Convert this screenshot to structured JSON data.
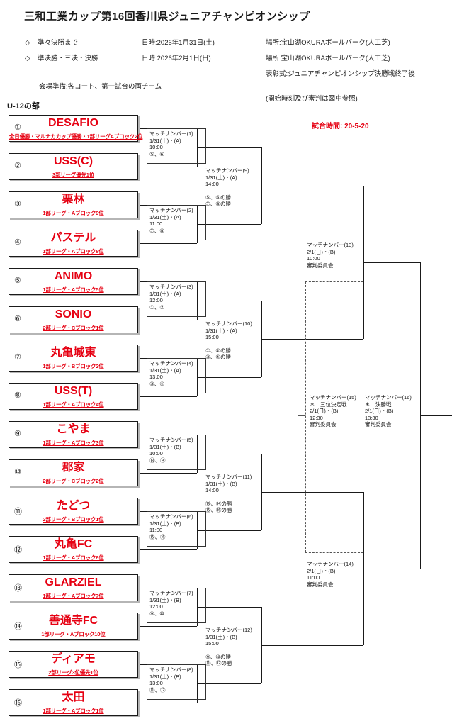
{
  "header": {
    "title": "三和工業カップ第16回香川県ジュニアチャンピオンシップ",
    "rows": [
      {
        "diamond": "◇",
        "label": "準々決勝まで",
        "datetime": "日時:2026年1月31日(土)",
        "place": "場所:宝山湖OKURAボールパーク(人工芝)"
      },
      {
        "diamond": "◇",
        "label": "準決勝・三決・決勝",
        "datetime": "日時:2026年2月1日(日)",
        "place": "場所:宝山湖OKURAボールパーク(人工芝)"
      }
    ],
    "award": "表彰式:ジュニアチャンピオンシップ決勝戦終了後",
    "venue_prep": "会場準備:各コート、第一試合の両チーム",
    "note": "(開始時刻及び審判は図中参照)",
    "division": "U-12の部",
    "match_time": "試合時間: 20-5-20"
  },
  "colors": {
    "accent_red": "#e60012",
    "line_black": "#1a1a1a"
  },
  "teams": [
    {
      "num": "①",
      "name": "DESAFIO",
      "seed": "全日優勝・マルナカカップ優勝・1部リーグAブロック2位"
    },
    {
      "num": "②",
      "name": "USS(C)",
      "seed": "3部リーグ優先1位"
    },
    {
      "num": "③",
      "name": "栗林",
      "seed": "1部リーグ・Aブロック9位"
    },
    {
      "num": "④",
      "name": "パステル",
      "seed": "1部リーグ・Aブロック8位"
    },
    {
      "num": "⑤",
      "name": "ANIMO",
      "seed": "1部リーグ・Aブロック5位"
    },
    {
      "num": "⑥",
      "name": "SONIO",
      "seed": "2部リーグ・Cブロック1位"
    },
    {
      "num": "⑦",
      "name": "丸亀城東",
      "seed": "1部リーグ・Bブロック2位"
    },
    {
      "num": "⑧",
      "name": "USS(T)",
      "seed": "1部リーグ・Aブロック4位"
    },
    {
      "num": "⑨",
      "name": "こやま",
      "seed": "1部リーグ・Aブロック3位"
    },
    {
      "num": "⑩",
      "name": "郡家",
      "seed": "2部リーグ・Cブロック2位"
    },
    {
      "num": "⑪",
      "name": "たどつ",
      "seed": "2部リーグ・Bブロック1位"
    },
    {
      "num": "⑫",
      "name": "丸亀FC",
      "seed": "1部リーグ・Aブロック6位"
    },
    {
      "num": "⑬",
      "name": "GLARZIEL",
      "seed": "1部リーグ・Aブロック7位"
    },
    {
      "num": "⑭",
      "name": "善通寺FC",
      "seed": "1部リーグ・Aブロック10位"
    },
    {
      "num": "⑮",
      "name": "ディアモ",
      "seed": "2部リーグ3位優先1位"
    },
    {
      "num": "⑯",
      "name": "太田",
      "seed": "1部リーグ・Aブロック1位"
    }
  ],
  "matches": {
    "m1": {
      "number": "マッチナンバー(1)",
      "when": "1/31(土)・(A)",
      "time": "10:00",
      "referee": "⑤、⑥"
    },
    "m2": {
      "number": "マッチナンバー(2)",
      "when": "1/31(土)・(A)",
      "time": "11:00",
      "referee": "⑦、⑧"
    },
    "m3": {
      "number": "マッチナンバー(3)",
      "when": "1/31(土)・(A)",
      "time": "12:00",
      "referee": "①、②"
    },
    "m4": {
      "number": "マッチナンバー(4)",
      "when": "1/31(土)・(A)",
      "time": "13:00",
      "referee": "③、④"
    },
    "m5": {
      "number": "マッチナンバー(5)",
      "when": "1/31(土)・(B)",
      "time": "10:00",
      "referee": "⑬、⑭"
    },
    "m6": {
      "number": "マッチナンバー(6)",
      "when": "1/31(土)・(B)",
      "time": "11:00",
      "referee": "⑮、⑯"
    },
    "m7": {
      "number": "マッチナンバー(7)",
      "when": "1/31(土)・(B)",
      "time": "12:00",
      "referee": "⑨、⑩"
    },
    "m8": {
      "number": "マッチナンバー(8)",
      "when": "1/31(土)・(B)",
      "time": "13:00",
      "referee": "⑪、⑫"
    },
    "m9": {
      "number": "マッチナンバー(9)",
      "when": "1/31(土)・(A)",
      "time": "14:00",
      "referee1": "⑤、⑥の勝",
      "referee2": "⑦、⑧の勝"
    },
    "m10": {
      "number": "マッチナンバー(10)",
      "when": "1/31(土)・(A)",
      "time": "15:00",
      "referee1": "①、②の勝",
      "referee2": "③、④の勝"
    },
    "m11": {
      "number": "マッチナンバー(11)",
      "when": "1/31(土)・(B)",
      "time": "14:00",
      "referee1": "⑬、⑭の勝",
      "referee2": "⑮、⑯の勝"
    },
    "m12": {
      "number": "マッチナンバー(12)",
      "when": "1/31(土)・(B)",
      "time": "15:00",
      "referee1": "⑨、⑩の勝",
      "referee2": "⑪、⑫の勝"
    },
    "m13": {
      "number": "マッチナンバー(13)",
      "when": "2/1(日)・(B)",
      "time": "10:00",
      "referee": "審判委員会"
    },
    "m14": {
      "number": "マッチナンバー(14)",
      "when": "2/1(日)・(B)",
      "time": "11:00",
      "referee": "審判委員会"
    },
    "m15": {
      "number": "マッチナンバー(15)",
      "label": "＊　三位決定戦",
      "when": "2/1(日)・(B)",
      "time": "12:30",
      "referee": "審判委員会"
    },
    "m16": {
      "number": "マッチナンバー(16)",
      "label": "＊　決勝戦",
      "when": "2/1(日)・(B)",
      "time": "13:30",
      "referee": "審判委員会"
    }
  }
}
